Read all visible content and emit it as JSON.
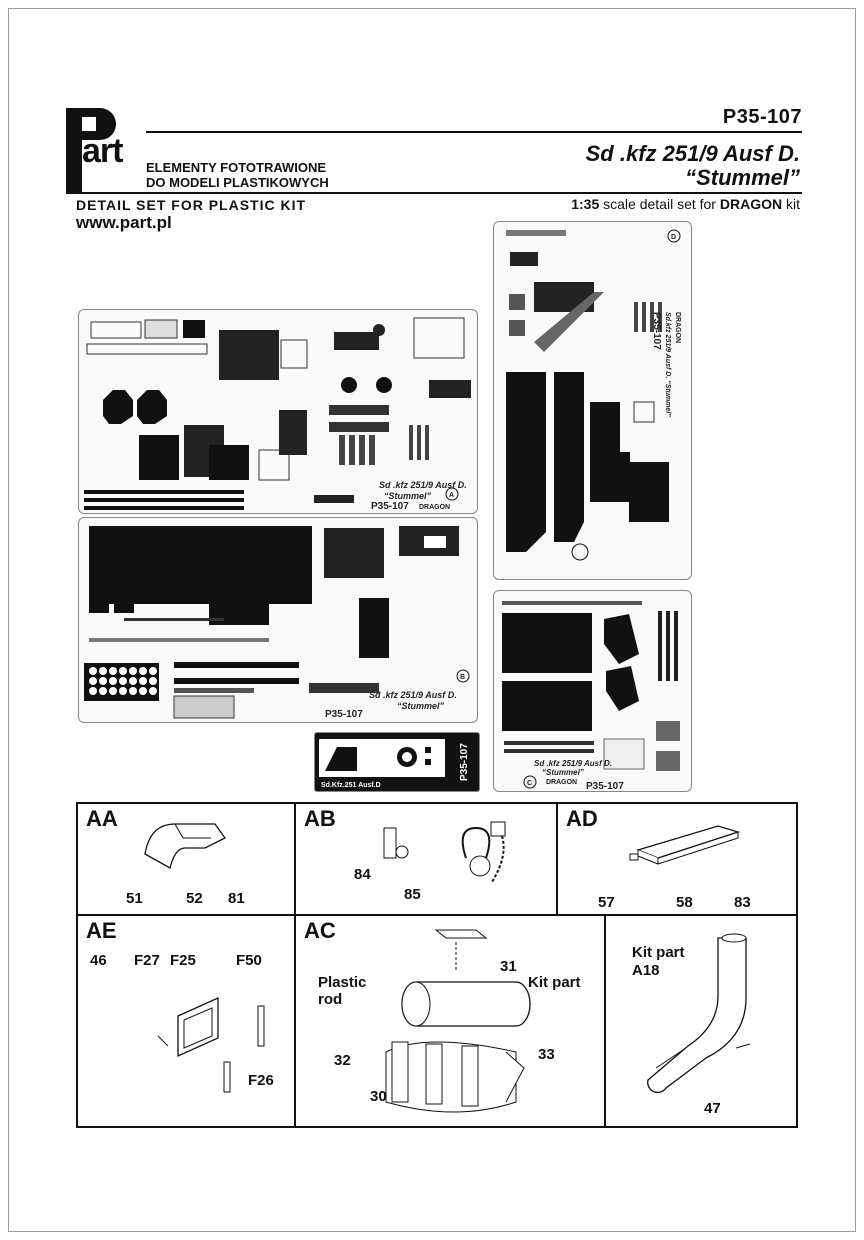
{
  "header": {
    "product_code": "P35-107",
    "logo_letters": "art",
    "company_line1": "ELEMENTY FOTOTRAWIONE",
    "company_line2": "DO MODELI PLASTIKOWYCH",
    "model_line1": "Sd .kfz  251/9  Ausf D.",
    "model_line2": "“Stummel”",
    "detail_set": "DETAIL SET FOR PLASTIC KIT",
    "website": "www.part.pl",
    "scale_ratio": "1:35",
    "scale_text": " scale detail set for ",
    "scale_brand": "DRAGON",
    "scale_suffix": " kit"
  },
  "fret_a": {
    "model": "Sd .kfz  251/9  Ausf D.",
    "nickname": "“Stummel”",
    "code": "P35-107",
    "brand": "DRAGON",
    "letter": "A"
  },
  "fret_b": {
    "model": "Sd .kfz  251/9  Ausf D.",
    "nickname": "“Stummel”",
    "code": "P35-107",
    "letter": "B"
  },
  "fret_c": {
    "model": "Sd .kfz  251/9  Ausf D.",
    "nickname": "“Stummel”",
    "code": "P35-107",
    "brand": "DRAGON",
    "letter": "C"
  },
  "fret_d": {
    "code": "P35-107",
    "model": "Sd.kfz 251/9 Ausf D. “Stummel”",
    "brand": "DRAGON",
    "letter": "D"
  },
  "plate": {
    "label": "Sd.Kfz.251 Ausf.D",
    "code": "P35-107"
  },
  "steps": {
    "aa": {
      "title": "AA",
      "parts": [
        "51",
        "52",
        "81"
      ]
    },
    "ab": {
      "title": "AB",
      "parts": [
        "84",
        "85"
      ]
    },
    "ad": {
      "title": "AD",
      "parts": [
        "57",
        "58",
        "83"
      ]
    },
    "ae": {
      "title": "AE",
      "parts": [
        "46",
        "F27",
        "F25",
        "F50",
        "F26"
      ]
    },
    "ac": {
      "title": "AC",
      "parts": [
        "31",
        "32",
        "33",
        "30"
      ],
      "plastic_rod": "Plastic\nrod",
      "kit_part": "Kit part"
    },
    "kit": {
      "kit_part": "Kit  part",
      "part_no": "A18",
      "part": "47"
    }
  }
}
